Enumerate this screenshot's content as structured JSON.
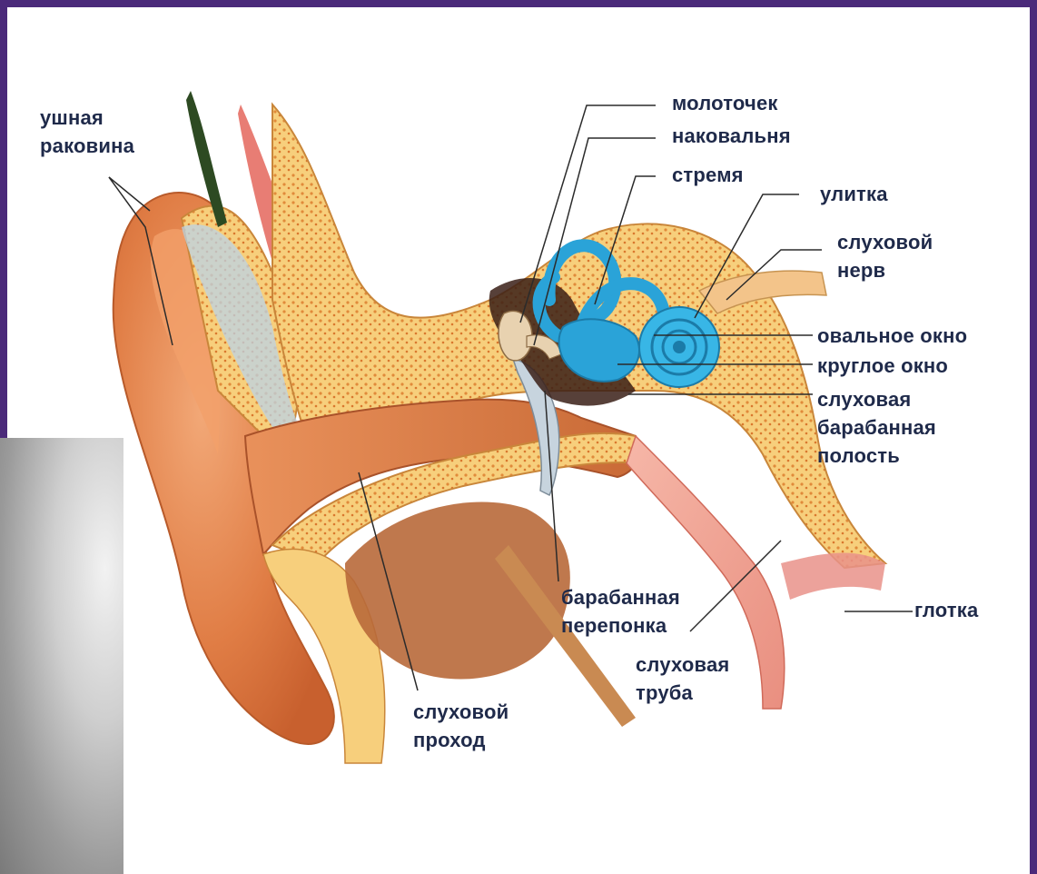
{
  "colors": {
    "frame": "#4b2a7a",
    "background": "#ffffff",
    "label_text": "#1f2a4a",
    "skin": "#e08a55",
    "bone": "#f5c46a",
    "inner_ear": "#2aa3d8",
    "leader_line": "#2b2b2b"
  },
  "labels": {
    "auricle": "ушная\nраковина",
    "malleus": "молоточек",
    "incus": "наковальня",
    "stapes": "стремя",
    "cochlea": "улитка",
    "auditory_nerve": "слуховой\nнерв",
    "oval_window": "овальное окно",
    "round_window": "круглое окно",
    "tympanic_cavity": "слуховая\nбарабанная\nполость",
    "pharynx": "глотка",
    "eardrum": "барабанная\nперепонка",
    "eustachian_tube": "слуховая\nтруба",
    "ear_canal": "слуховой\nпроход"
  }
}
